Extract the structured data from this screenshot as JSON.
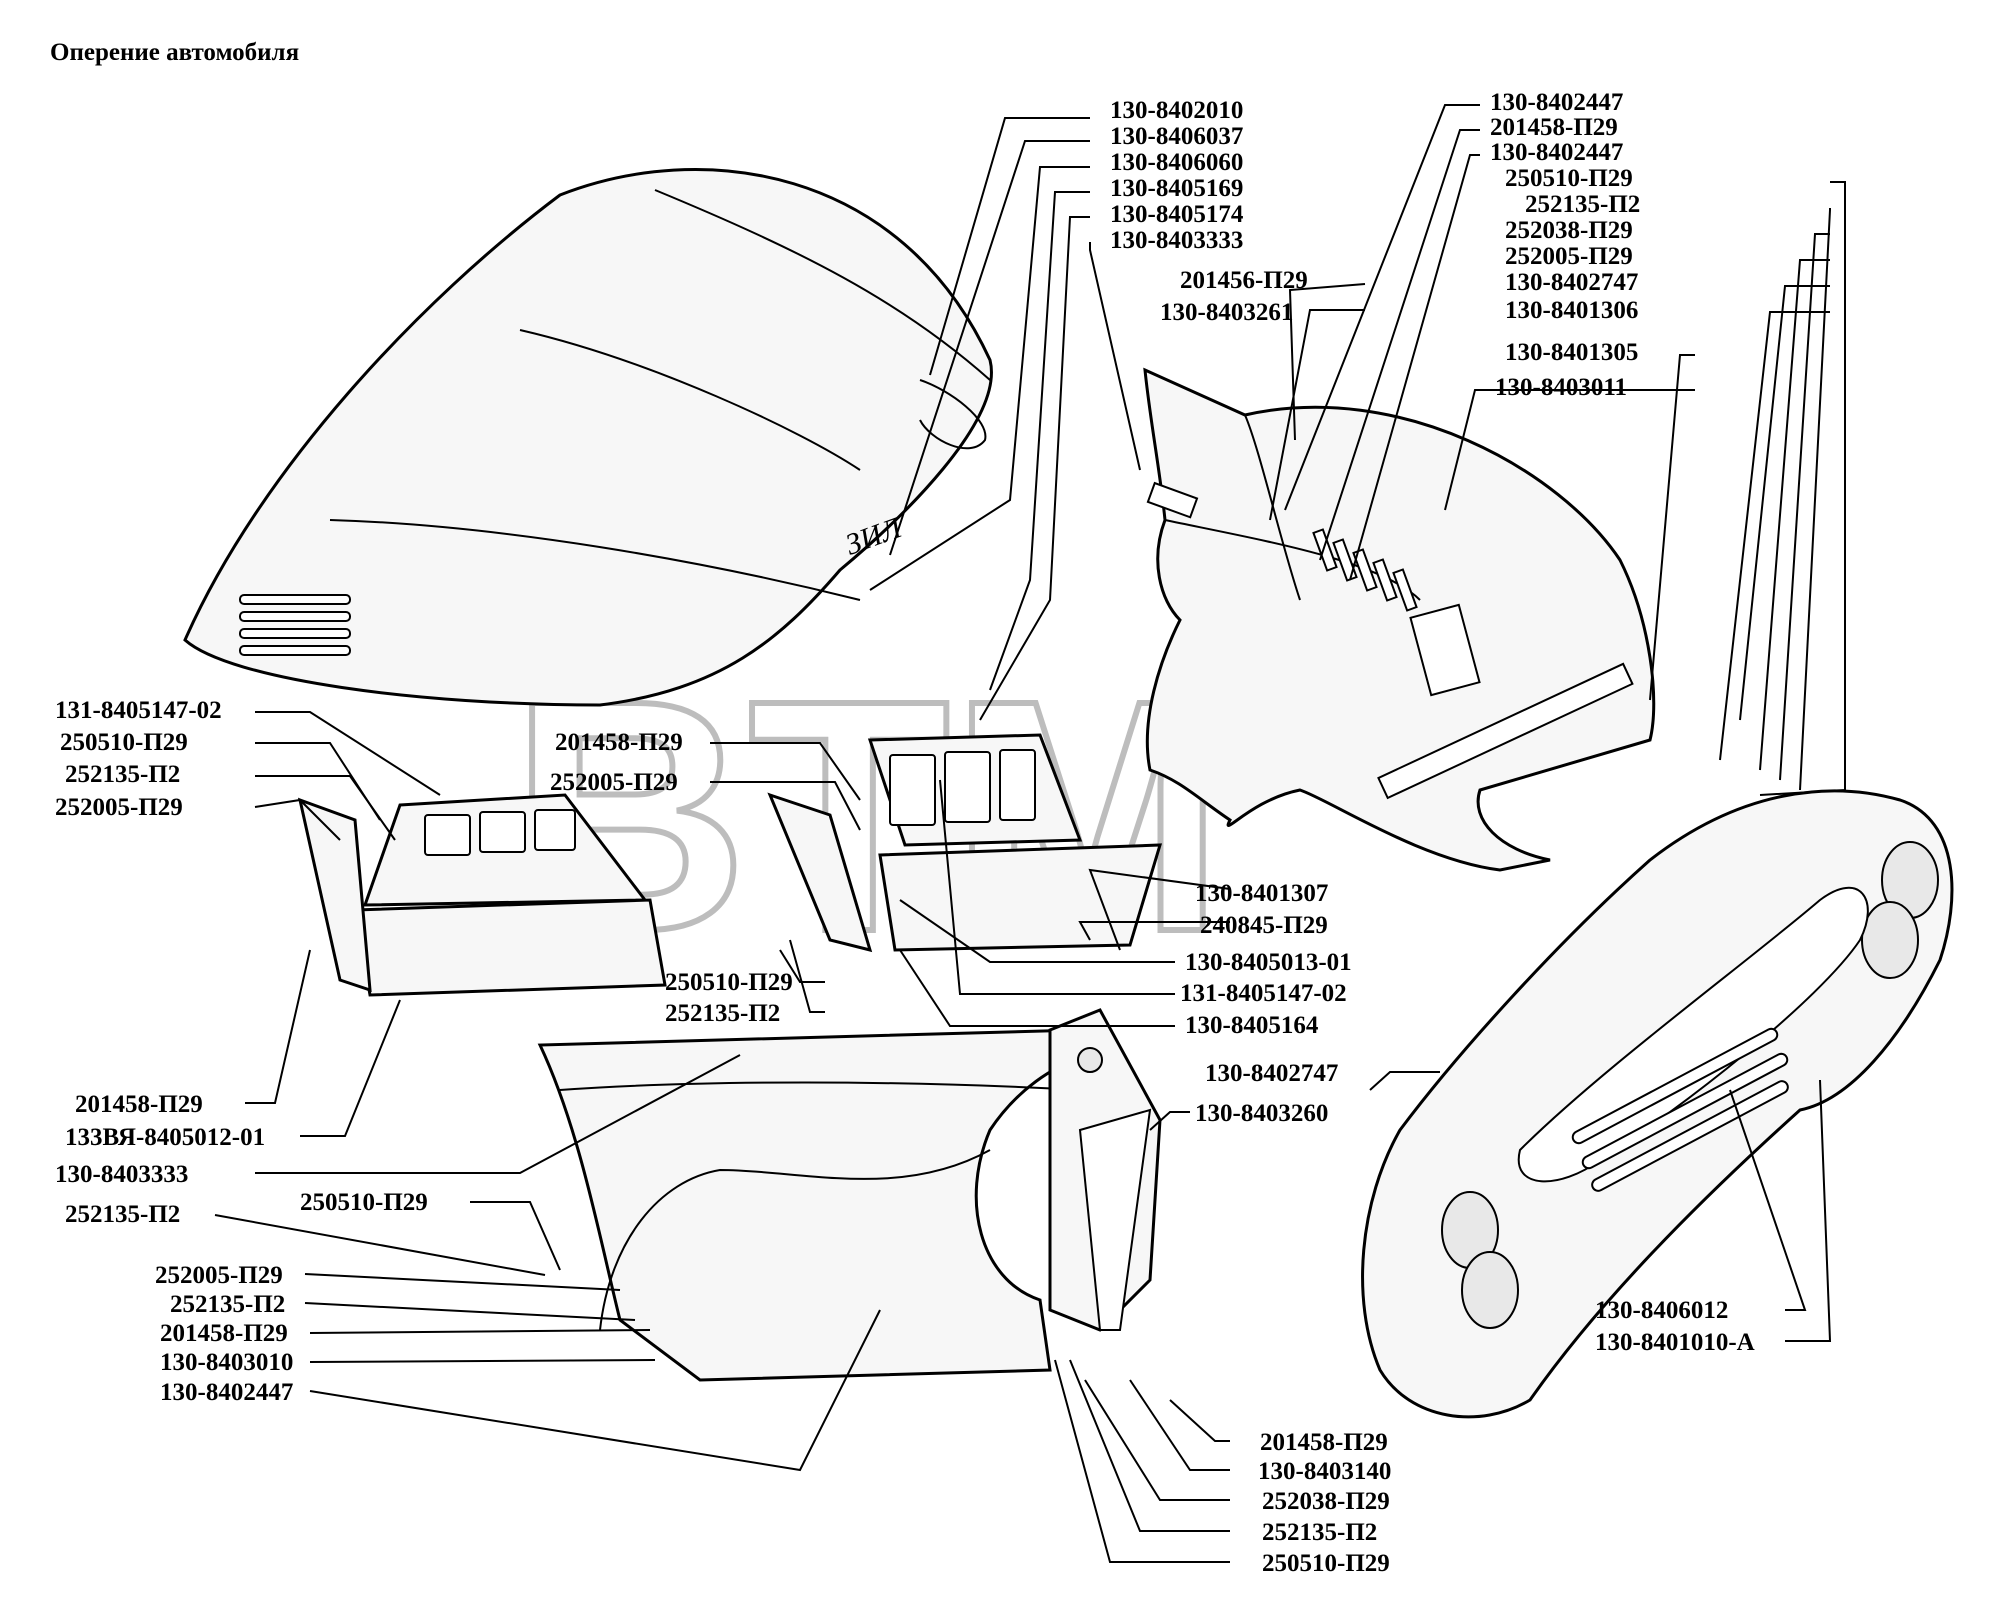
{
  "title": "Оперение автомобиля",
  "watermark": "BTM",
  "hood_logo": "ЗИЛ",
  "part_numbers": {
    "p1": "130-8402010",
    "p2": "130-8406037",
    "p3": "130-8406060",
    "p4": "130-8405169",
    "p5": "130-8405174",
    "p6": "130-8403333",
    "p7": "130-8402447",
    "p8": "201458-П29",
    "p9": "130-8402447",
    "p10": "250510-П29",
    "p11": "252135-П2",
    "p12": "252038-П29",
    "p13": "252005-П29",
    "p14": "130-8402747",
    "p15": "130-8401306",
    "p16": "201456-П29",
    "p17": "130-8403261",
    "p18": "130-8401305",
    "p19": "130-8403011",
    "p20": "131-8405147-02",
    "p21": "250510-П29",
    "p22": "252135-П2",
    "p23": "252005-П29",
    "p24": "201458-П29",
    "p25": "252005-П29",
    "p26": "130-8401307",
    "p27": "240845-П29",
    "p28": "130-8405013-01",
    "p29": "131-8405147-02",
    "p30": "130-8405164",
    "p31": "250510-П29",
    "p32": "252135-П2",
    "p33": "130-8402747",
    "p34": "130-8403260",
    "p35": "201458-П29",
    "p36": "133ВЯ-8405012-01",
    "p37": "130-8403333",
    "p38": "250510-П29",
    "p39": "252135-П2",
    "p40": "252005-П29",
    "p41": "252135-П2",
    "p42": "201458-П29",
    "p43": "130-8403010",
    "p44": "130-8402447",
    "p45": "130-8406012",
    "p46": "130-8401010-А",
    "p47": "201458-П29",
    "p48": "130-8403140",
    "p49": "252038-П29",
    "p50": "252135-П2",
    "p51": "250510-П29"
  }
}
